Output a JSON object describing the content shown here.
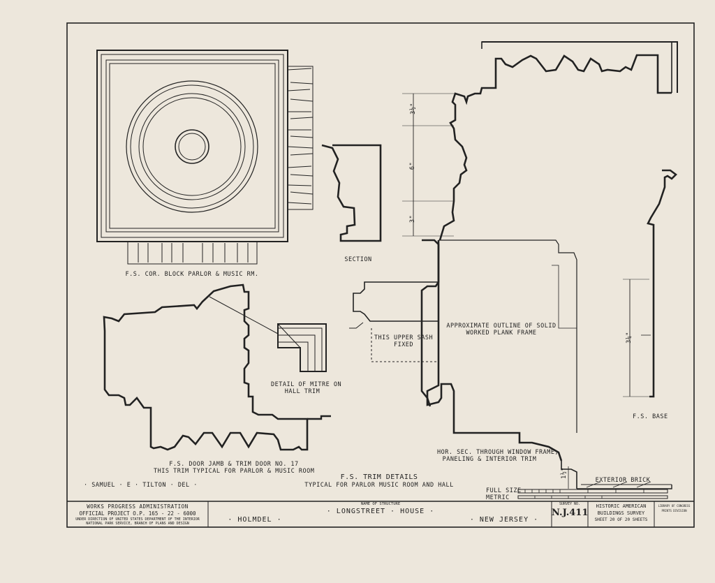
{
  "labels": {
    "cor_block": "F.S. COR. BLOCK  PARLOR & MUSIC RM.",
    "section": "SECTION",
    "mitre_1": "DETAIL OF MITRE ON",
    "mitre_2": "HALL TRIM",
    "upper_sash_1": "THIS UPPER SASH",
    "upper_sash_2": "FIXED",
    "plank_1": "APPROXIMATE OUTLINE OF SOLID",
    "plank_2": "WORKED PLANK FRAME",
    "door_jamb_1": "F.S. DOOR JAMB & TRIM  DOOR NO. 17",
    "door_jamb_2": "THIS TRIM TYPICAL FOR PARLOR & MUSIC ROOM",
    "trim_title": "F.S. TRIM DETAILS",
    "trim_sub": "TYPICAL FOR PARLOR MUSIC ROOM AND HALL",
    "hor_sec_1": "HOR. SEC. THROUGH WINDOW FRAME,",
    "hor_sec_2": "PANELING & INTERIOR TRIM",
    "exterior_brick": "EXTERIOR BRICK",
    "fs_base": "F.S. BASE",
    "delineator": "· SAMUEL · E · TILTON · DEL ·",
    "full_size": "FULL SIZE",
    "metric": "METRIC"
  },
  "dimensions": {
    "d1": "3½\"",
    "d2": "6\"",
    "d3": "3\"",
    "d4": "3¼\"",
    "d5": "1½\""
  },
  "title_block": {
    "agency_1": "WORKS  PROGRESS  ADMINISTRATION",
    "agency_2": "OFFICIAL  PROJECT  O.P. 165 - 22 - 6000",
    "agency_3": "UNDER DIRECTION OF UNITED STATES DEPARTMENT OF THE INTERIOR",
    "agency_4": "NATIONAL PARK SERVICE, BRANCH OF PLANS AND DESIGN",
    "city": "· HOLMDEL ·",
    "structure_caption": "NAME OF STRUCTURE",
    "structure": "· LONGSTREET · HOUSE ·",
    "state": "· NEW JERSEY ·",
    "survey_caption": "SURVEY NO.",
    "survey_no": "N.J.411",
    "habs_1": "HISTORIC AMERICAN",
    "habs_2": "BUILDINGS SURVEY",
    "sheet": "SHEET 20 OF 20 SHEETS",
    "loc_1": "LIBRARY OF CONGRESS",
    "loc_2": "PRINTS DIVISION"
  },
  "colors": {
    "paper": "#ede7dc",
    "ink": "#1d1d1d"
  }
}
